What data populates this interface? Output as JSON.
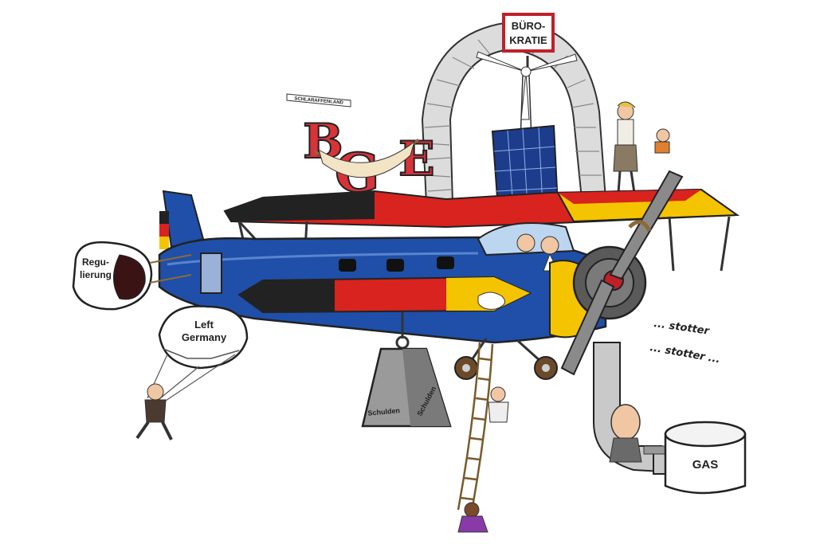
{
  "labels": {
    "sign_line1": "BÜRO-",
    "sign_line2": "KRATIE",
    "sack_line1": "Regu-",
    "sack_line2": "lierung",
    "parachute_line1": "Left",
    "parachute_line2": "Germany",
    "weight_left": "Schulden",
    "weight_right": "Schulden",
    "gas_tank": "GAS",
    "stutter_1": "... stotter",
    "stutter_2": "... stotter ...",
    "banner": "SCHLARAFFENLAND"
  },
  "colors": {
    "fuselage_blue": "#1f4fa8",
    "wing_red": "#d8231f",
    "wing_yellow": "#f5c400",
    "wing_black": "#222222",
    "paper_gray": "#d6d6d6",
    "pipe_gray": "#c9c9c9",
    "bge_red": "#d9333a"
  }
}
